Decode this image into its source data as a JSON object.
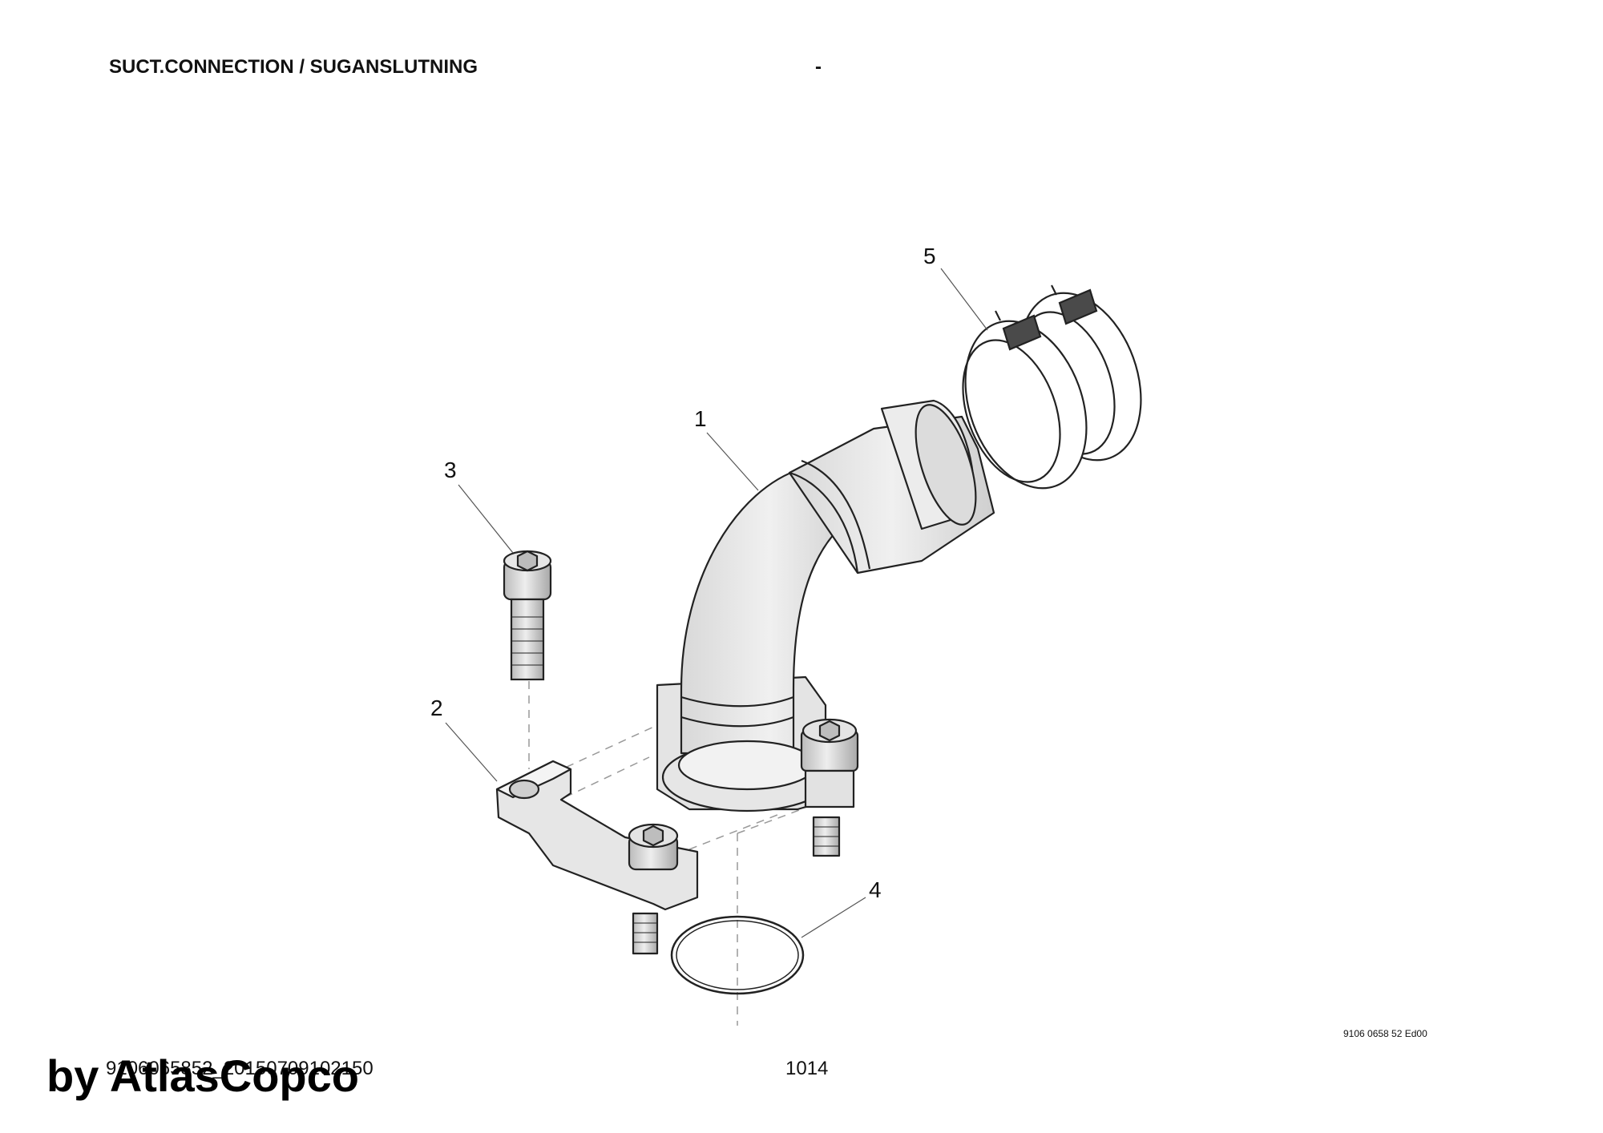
{
  "header": {
    "title": "SUCT.CONNECTION / SUGANSLUTNING",
    "dash": "-"
  },
  "callouts": [
    {
      "id": "1",
      "label": "1",
      "part": "elbow pipe"
    },
    {
      "id": "2",
      "label": "2",
      "part": "clamp flange"
    },
    {
      "id": "3",
      "label": "3",
      "part": "socket head screw"
    },
    {
      "id": "4",
      "label": "4",
      "part": "o-ring"
    },
    {
      "id": "5",
      "label": "5",
      "part": "hose clamps"
    }
  ],
  "footer": {
    "ref_code": "9106 0658 52 Ed00",
    "doc_id": "9106065852_20150709102150",
    "page": "1014",
    "brand": "by AtlasCopco"
  }
}
